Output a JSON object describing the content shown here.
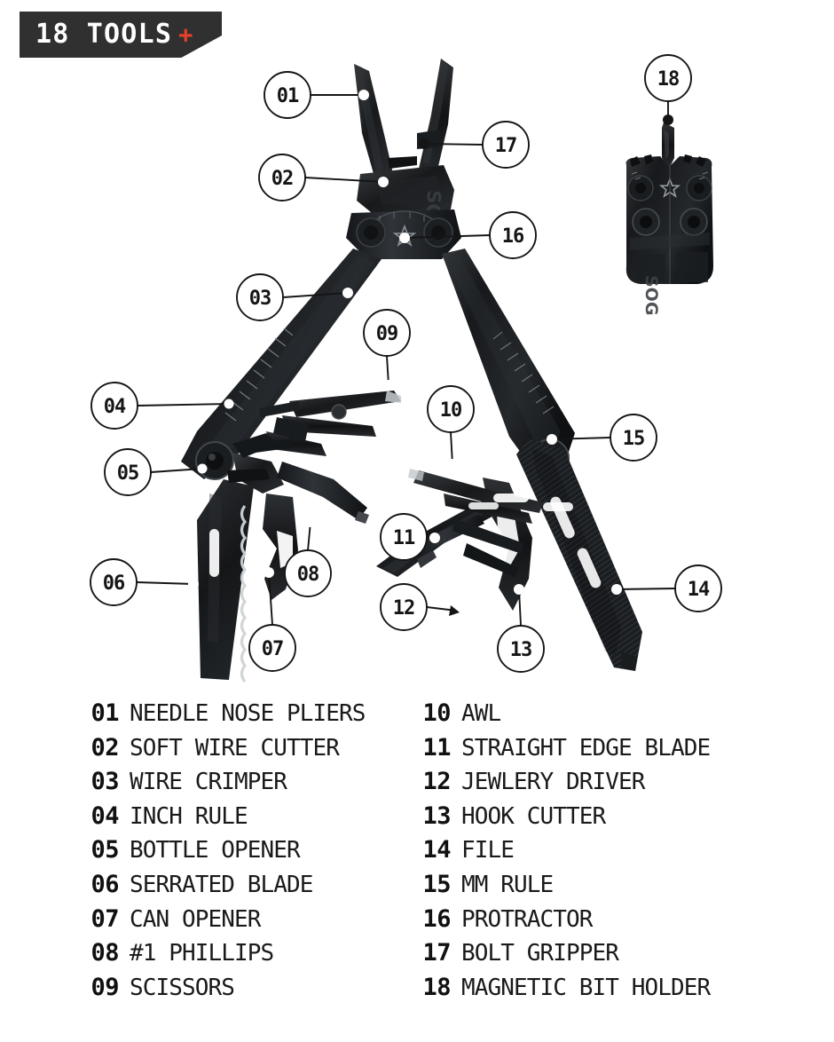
{
  "banner": {
    "title": "18 TOOLS",
    "plus": "+",
    "bg_color": "#303030",
    "plus_color": "#e8402a"
  },
  "product": {
    "name": "SOG multitool",
    "brand_marking": "SOG",
    "background_color": "#ffffff"
  },
  "callouts": [
    {
      "id": "01",
      "label": "NEEDLE NOSE PLIERS"
    },
    {
      "id": "02",
      "label": "SOFT WIRE CUTTER"
    },
    {
      "id": "03",
      "label": "WIRE CRIMPER"
    },
    {
      "id": "04",
      "label": "INCH RULE"
    },
    {
      "id": "05",
      "label": "BOTTLE OPENER"
    },
    {
      "id": "06",
      "label": "SERRATED BLADE"
    },
    {
      "id": "07",
      "label": "CAN OPENER"
    },
    {
      "id": "08",
      "label": "#1 PHILLIPS"
    },
    {
      "id": "09",
      "label": "SCISSORS"
    },
    {
      "id": "10",
      "label": "AWL"
    },
    {
      "id": "11",
      "label": "STRAIGHT EDGE BLADE"
    },
    {
      "id": "12",
      "label": "JEWLERY DRIVER"
    },
    {
      "id": "13",
      "label": "HOOK CUTTER"
    },
    {
      "id": "14",
      "label": "FILE"
    },
    {
      "id": "15",
      "label": "MM RULE"
    },
    {
      "id": "16",
      "label": "PROTRACTOR"
    },
    {
      "id": "17",
      "label": "BOLT GRIPPER"
    },
    {
      "id": "18",
      "label": "MAGNETIC BIT HOLDER"
    }
  ],
  "legend": {
    "left_column": [
      {
        "num": "01",
        "label": "NEEDLE NOSE PLIERS"
      },
      {
        "num": "02",
        "label": "SOFT WIRE CUTTER"
      },
      {
        "num": "03",
        "label": "WIRE CRIMPER"
      },
      {
        "num": "04",
        "label": "INCH RULE"
      },
      {
        "num": "05",
        "label": "BOTTLE OPENER"
      },
      {
        "num": "06",
        "label": "SERRATED BLADE"
      },
      {
        "num": "07",
        "label": "CAN OPENER"
      },
      {
        "num": "08",
        "label": "#1 PHILLIPS"
      },
      {
        "num": "09",
        "label": "SCISSORS"
      }
    ],
    "right_column": [
      {
        "num": "10",
        "label": "AWL"
      },
      {
        "num": "11",
        "label": "STRAIGHT EDGE BLADE"
      },
      {
        "num": "12",
        "label": "JEWLERY DRIVER"
      },
      {
        "num": "13",
        "label": "HOOK CUTTER"
      },
      {
        "num": "14",
        "label": "FILE"
      },
      {
        "num": "15",
        "label": "MM RULE"
      },
      {
        "num": "16",
        "label": "PROTRACTOR"
      },
      {
        "num": "17",
        "label": "BOLT GRIPPER"
      },
      {
        "num": "18",
        "label": "MAGNETIC BIT HOLDER"
      }
    ]
  }
}
